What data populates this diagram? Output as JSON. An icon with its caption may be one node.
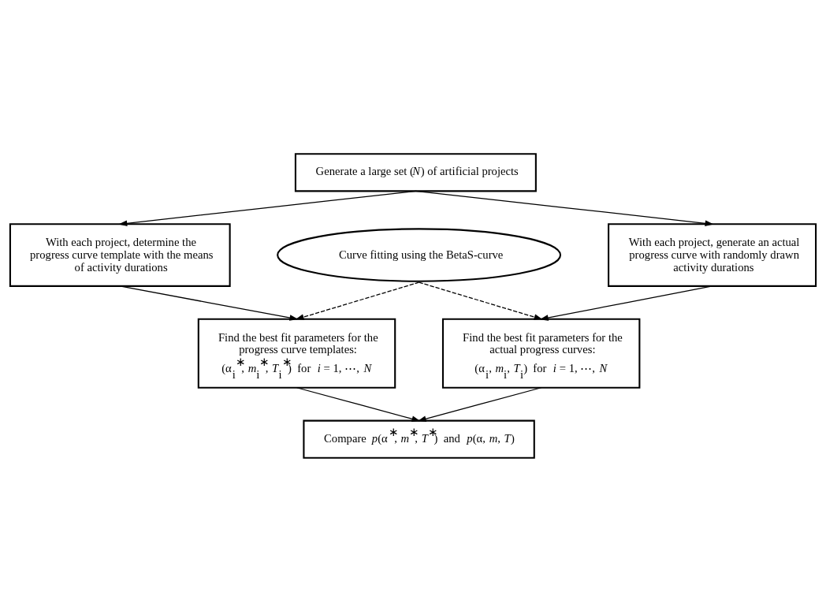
{
  "diagram": {
    "nodes": [
      {
        "text": [
          "Generate a large set (*N*) of artificial projects"
        ]
      },
      {
        "text": [
          "With each project, determine the progress curve template with the means of activity durations"
        ]
      },
      {
        "text": [
          "With each project, generate an actual progress curve with randomly drawn activity durations"
        ]
      },
      {
        "text": [
          "Curve fitting using the BetaS-curve"
        ]
      },
      {
        "text": [
          "Find the best fit parameters for the progress curve templates:",
          "(α$_{i}$$^{∗}$, *m*$_{i}$$^{∗}$, *T*$_{i}$$^{∗}$)  for  *i* = 1, ⋯, *N*"
        ]
      },
      {
        "text": [
          "Find the best fit parameters for the actual progress curves:",
          "(α$_{i}$, *m*$_{i}$, *T*$_{i}$)  for  *i* = 1, ⋯, *N*"
        ]
      },
      {
        "text": [
          "Compare  *p*(α$^{∗}$, *m*$^{∗}$, *T*$^{∗}$)  and  *p*(α, *m*, *T*)"
        ]
      }
    ],
    "edges": [
      {
        "from": 0,
        "to": 1,
        "arrow": "to"
      },
      {
        "from": 0,
        "to": 2,
        "arrow": "to"
      },
      {
        "from": 3,
        "to": 4,
        "arrow": "to",
        "style": "dashed"
      },
      {
        "from": 3,
        "to": 5,
        "arrow": "to",
        "style": "dashed"
      },
      {
        "from": 1,
        "to": 4,
        "arrow": "to"
      },
      {
        "from": 2,
        "to": 5,
        "arrow": "to"
      },
      {
        "from": 4,
        "to": 6,
        "arrow": "to"
      },
      {
        "from": 5,
        "to": 6,
        "arrow": "to"
      }
    ]
  }
}
